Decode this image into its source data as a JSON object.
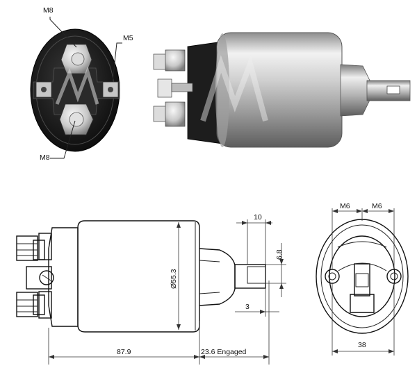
{
  "labels": {
    "photo_end_top_thread": "M8",
    "photo_end_small_thread": "M5",
    "photo_end_bottom_thread": "M8",
    "drawing_length": "87.9",
    "drawing_engaged": "23.6 Engaged",
    "drawing_diameter": "Ø55.3",
    "drawing_tab_width": "10",
    "drawing_tab_height": "6.8",
    "drawing_tab_thickness": "3",
    "end_left_thread": "M6",
    "end_right_thread": "M6",
    "end_spacing": "38"
  },
  "colors": {
    "line": "#111111",
    "body_dark": "#1c1c1c",
    "metal_light": "#d9d9d9",
    "metal_mid": "#a9a9a9",
    "metal_dark": "#6f6f6f"
  },
  "icons": {
    "logo": "watermark-logo"
  }
}
